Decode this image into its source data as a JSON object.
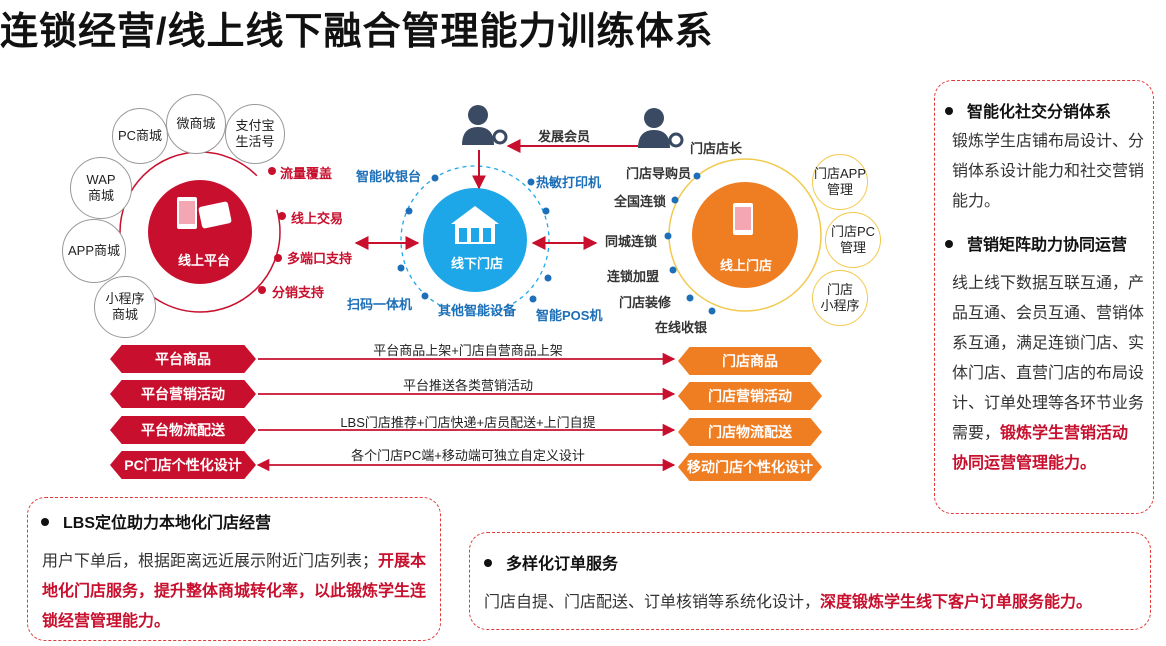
{
  "title": "连锁经营/线上线下融合管理能力训练体系",
  "online": {
    "center": "线上平台",
    "bubbles": [
      "PC商城",
      "微商城",
      "支付宝\n生活号",
      "WAP\n商城",
      "APP商城",
      "小程序\n商城"
    ],
    "features": [
      "流量覆盖",
      "线上交易",
      "多端口支持",
      "分销支持"
    ]
  },
  "offline": {
    "center": "线下门店",
    "top_label": "发展会员",
    "devices": [
      "智能收银台",
      "热敏打印机",
      "扫码一体机",
      "其他智能设备",
      "智能POS机"
    ]
  },
  "store": {
    "center": "线上门店",
    "manager": "门店店长",
    "features": [
      "门店导购员",
      "全国连锁",
      "同城连锁",
      "连锁加盟",
      "门店装修",
      "在线收银"
    ],
    "bubbles": [
      "门店APP\n管理",
      "门店PC\n管理",
      "门店\n小程序"
    ]
  },
  "flows": [
    {
      "left": "平台商品",
      "text": "平台商品上架+门店自营商品上架",
      "right": "门店商品"
    },
    {
      "left": "平台营销活动",
      "text": "平台推送各类营销活动",
      "right": "门店营销活动"
    },
    {
      "left": "平台物流配送",
      "text": "LBS门店推荐+门店快递+店员配送+上门自提",
      "right": "门店物流配送"
    },
    {
      "left": "PC门店个性化设计",
      "text": "各个门店PC端+移动端可独立自定义设计",
      "right": "移动门店个性化设计"
    }
  ],
  "box_lbs": {
    "heading": "LBS定位助力本地化门店经营",
    "text_plain": "用户下单后，根据距离远近展示附近门店列表；",
    "text_highlight": "开展本地化门店服务，提升整体商城转化率，以此锻炼学生连锁经营管理能力。"
  },
  "box_order": {
    "heading": "多样化订单服务",
    "text_plain": "门店自提、门店配送、订单核销等系统化设计，",
    "text_highlight": "深度锻炼学生线下客户订单服务能力。"
  },
  "box_right": {
    "heading1": "智能化社交分销体系",
    "text1": "锻炼学生店铺布局设计、分销体系设计能力和社交营销能力。",
    "heading2": "营销矩阵助力协同运营",
    "text2_plain": "线上线下数据互联互通，产品互通、会员互通、营销体系互通，满足连锁门店、实体门店、直营门店的布局设计、订单处理等各环节业务需要，",
    "text2_highlight": "锻炼学生营销活动协同运营管理能力。"
  },
  "colors": {
    "red": "#c8102e",
    "orange": "#ef7d22",
    "blue": "#1ea7e8",
    "navy": "#3a4a63",
    "yellow": "#f2c94c"
  }
}
